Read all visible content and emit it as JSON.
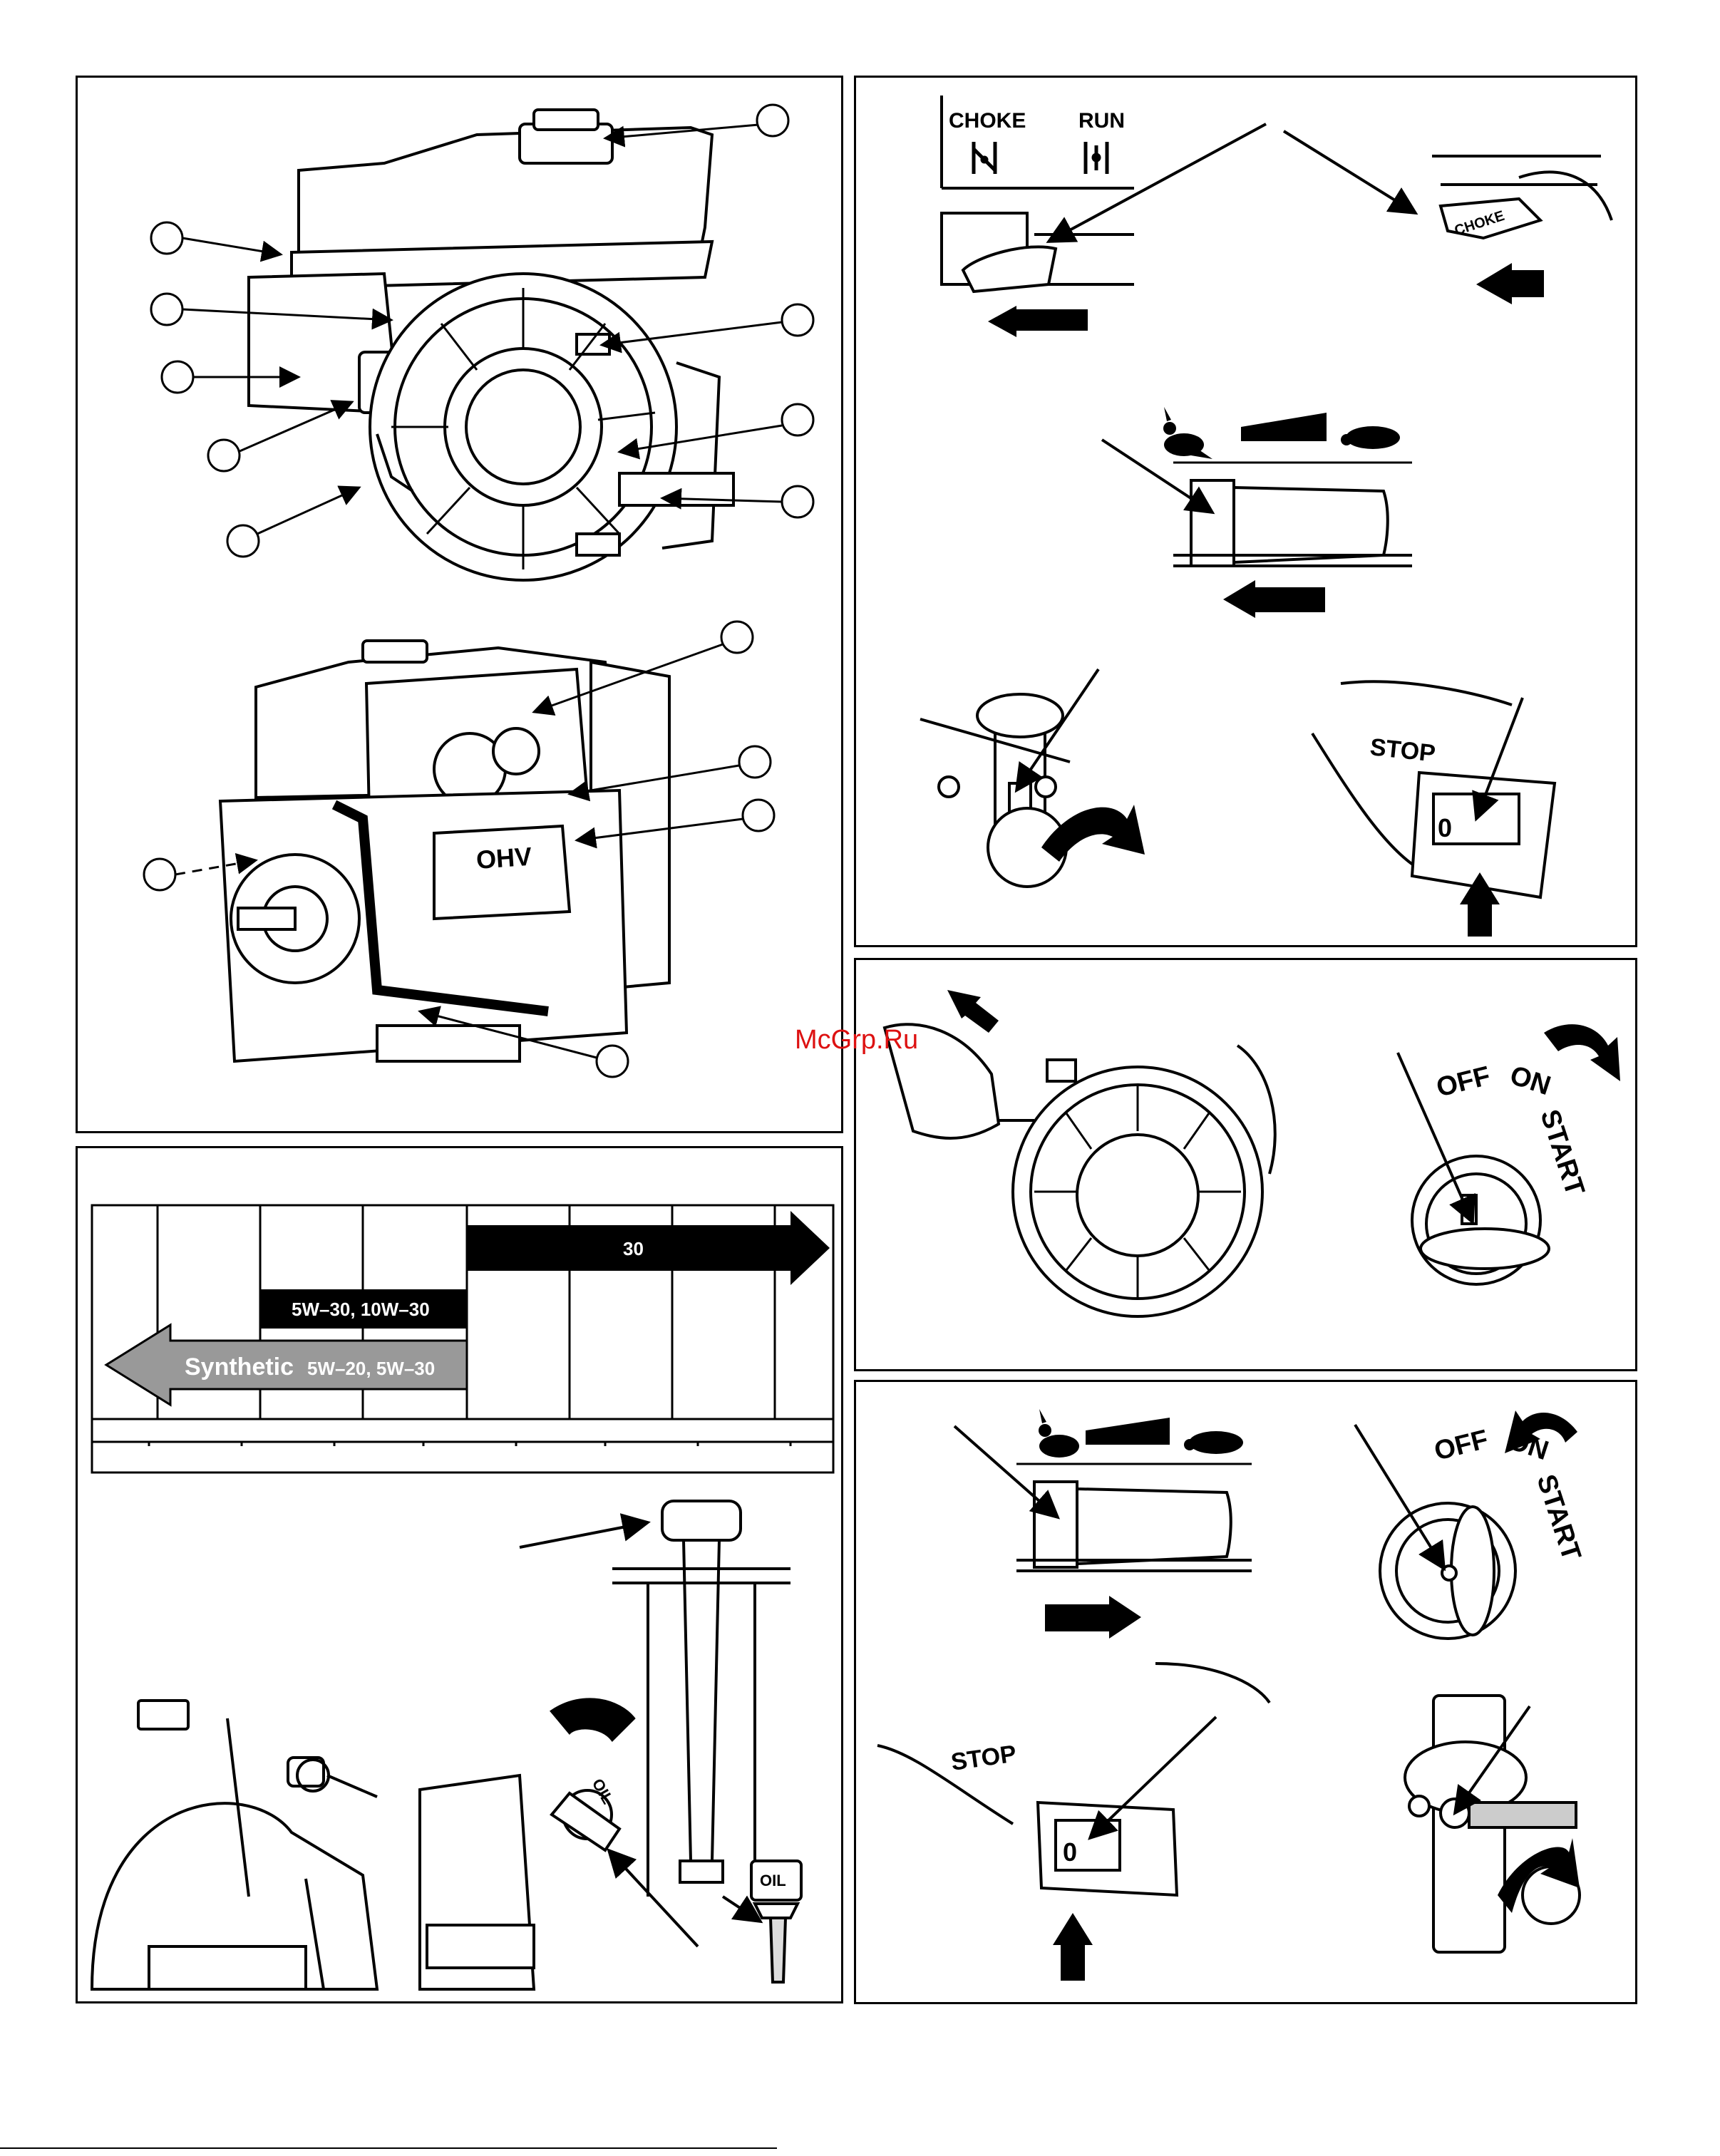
{
  "watermark": "McGrp.Ru",
  "controls": {
    "choke_label": "CHOKE",
    "run_label": "RUN",
    "choke_lever_text": "CHOKE",
    "stop_label": "STOP",
    "switch_zero": "0",
    "key_off": "OFF",
    "key_on": "ON",
    "key_start": "START"
  },
  "oil_chart": {
    "band_30": "30",
    "band_5w30_10w30": "5W–30,   10W–30",
    "synthetic_word": "Synthetic",
    "synthetic_grades": "5W–20, 5W–30"
  },
  "engine": {
    "ohv_badge": "OHV",
    "oil_cap_text": "OIL",
    "dipstick_text": "OIL"
  },
  "icons": [
    "fast-rabbit-icon",
    "slow-turtle-icon",
    "direction-arrow-icon",
    "rotate-arrow-icon"
  ]
}
